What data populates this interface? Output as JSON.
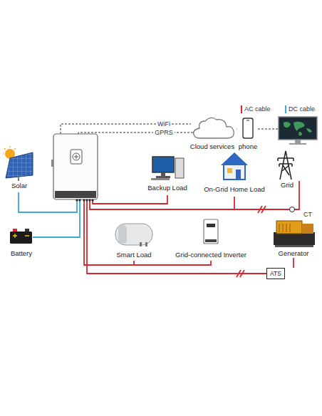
{
  "diagram": {
    "nodes": [
      {
        "text": [
          "Cloud services"
        ]
      },
      {
        "text": [
          "phone"
        ]
      },
      {
        "text": [
          "Solar"
        ]
      },
      {
        "text": [
          "Backup Load"
        ]
      },
      {
        "text": [
          "On-Grid Home Load"
        ]
      },
      {
        "text": [
          "Grid"
        ]
      },
      {
        "text": [
          "Battery"
        ]
      },
      {
        "text": [
          "Smart Load"
        ]
      },
      {
        "text": [
          "Grid-connected Inverter"
        ]
      },
      {
        "text": [
          "Generator"
        ]
      },
      {
        "text": [
          "ATS"
        ]
      }
    ],
    "edges": [
      {
        "from": 0,
        "to": 1,
        "arrow": "none"
      },
      {
        "from": 9,
        "to": 10,
        "arrow": "none"
      }
    ],
    "labels": [
      "WiFi",
      "GPRS",
      "CT"
    ],
    "legend": [
      {
        "text": "AC cable",
        "color": "#d7282f"
      },
      {
        "text": "DC cable",
        "color": "#3ea6d8"
      }
    ]
  }
}
